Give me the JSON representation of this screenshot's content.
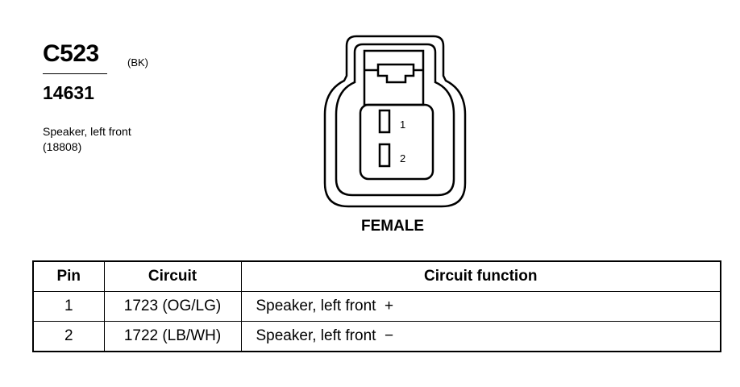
{
  "connector": {
    "id": "C523",
    "color_code": "(BK)",
    "part_number": "14631",
    "description_line1": "Speaker, left front",
    "description_line2": "(18808)",
    "gender": "FEMALE",
    "pin_labels": [
      "1",
      "2"
    ]
  },
  "table": {
    "headers": {
      "pin": "Pin",
      "circuit": "Circuit",
      "function": "Circuit function"
    },
    "rows": [
      {
        "pin": "1",
        "circuit": "1723 (OG/LG)",
        "function": "Speaker, left front",
        "polarity": "+"
      },
      {
        "pin": "2",
        "circuit": "1722 (LB/WH)",
        "function": "Speaker, left front",
        "polarity": "−"
      }
    ]
  }
}
